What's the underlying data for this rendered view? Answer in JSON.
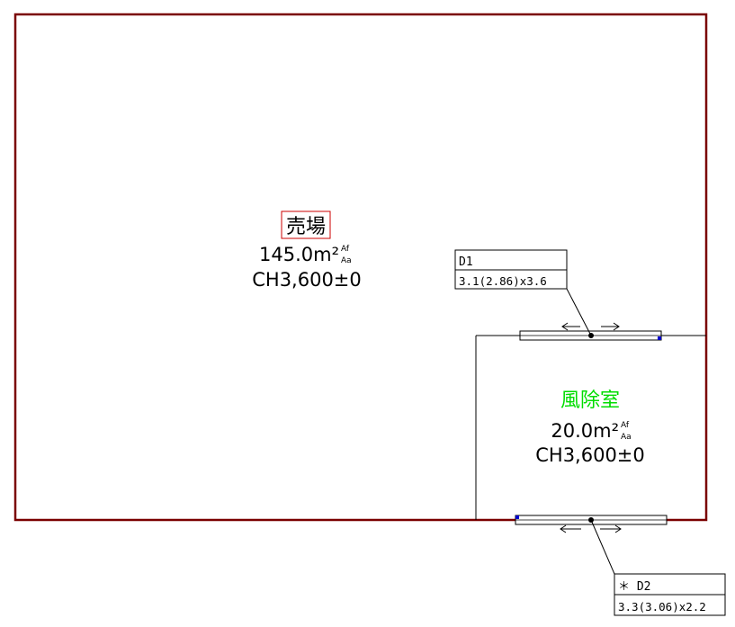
{
  "rooms": {
    "sales": {
      "name": "売場",
      "area": "145.0m²",
      "sup_af": "Af",
      "sub_aa": "Aa",
      "ceiling": "CH3,600±0"
    },
    "vestibule": {
      "name": "風除室",
      "area": "20.0m²",
      "sup_af": "Af",
      "sub_aa": "Aa",
      "ceiling": "CH3,600±0"
    }
  },
  "doors": {
    "d1": {
      "id": "D1",
      "size": "3.1(2.86)x3.6"
    },
    "d2": {
      "id": "＊ D2",
      "size": "3.3(3.06)x2.2"
    }
  },
  "colors": {
    "outer_wall": "#7a0000",
    "inner_wall": "#000000",
    "vestibule_label": "#00dd00",
    "sales_label_box": "#cc0000",
    "door_marker": "#0000cc"
  }
}
